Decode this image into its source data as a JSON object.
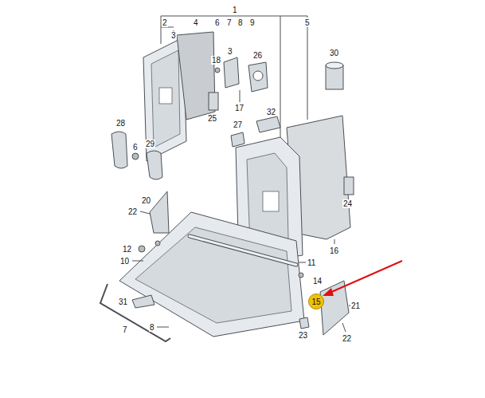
{
  "diagram": {
    "nodes": [
      {
        "text": [
          "15"
        ]
      }
    ],
    "labels": [
      "1",
      "2",
      "4",
      "6",
      "7",
      "8",
      "9",
      "5",
      "3",
      "3",
      "26",
      "30",
      "18",
      "17",
      "32",
      "25",
      "28",
      "27",
      "29",
      "6",
      "20",
      "24",
      "22",
      "12",
      "16",
      "10",
      "11",
      "14",
      "31",
      "21",
      "8",
      "7",
      "23",
      "22"
    ]
  }
}
